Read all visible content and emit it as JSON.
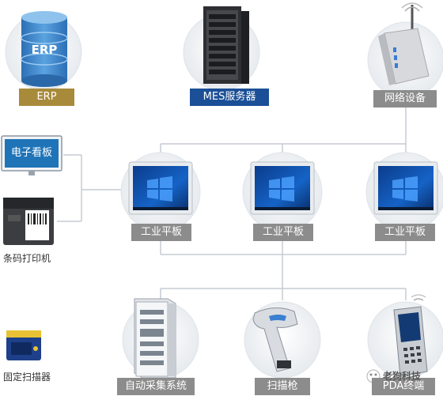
{
  "colors": {
    "erp_label": "#a88a3b",
    "mes_label": "#1b4f97",
    "gray_label": "#8c8c8c",
    "line": "#c6ccd4",
    "circle": "#eef1f4",
    "kanban_blue": "#1f74b8"
  },
  "nodes": {
    "erp": {
      "label": "ERP",
      "icon_text": "ERP",
      "icon": "database-icon"
    },
    "mes": {
      "label": "MES服务器",
      "icon": "server-rack-icon"
    },
    "network": {
      "label": "网络设备",
      "icon": "router-icon"
    },
    "kanban": {
      "label": "电子看板",
      "icon": "monitor-icon"
    },
    "printer": {
      "label": "条码打印机",
      "icon": "barcode-printer-icon"
    },
    "tablets": [
      {
        "label": "工业平板",
        "icon": "tablet-icon"
      },
      {
        "label": "工业平板",
        "icon": "tablet-icon"
      },
      {
        "label": "工业平板",
        "icon": "tablet-icon"
      }
    ],
    "collector": {
      "label": "自动采集系统",
      "icon": "cabinet-icon"
    },
    "scanner_gun": {
      "label": "扫描枪",
      "icon": "scanner-gun-icon"
    },
    "pda": {
      "label": "PDA终端",
      "icon": "pda-icon"
    },
    "fixed_scanner": {
      "label": "固定扫描器",
      "icon": "fixed-scanner-icon"
    }
  },
  "watermark": {
    "text": "老狗科技"
  }
}
